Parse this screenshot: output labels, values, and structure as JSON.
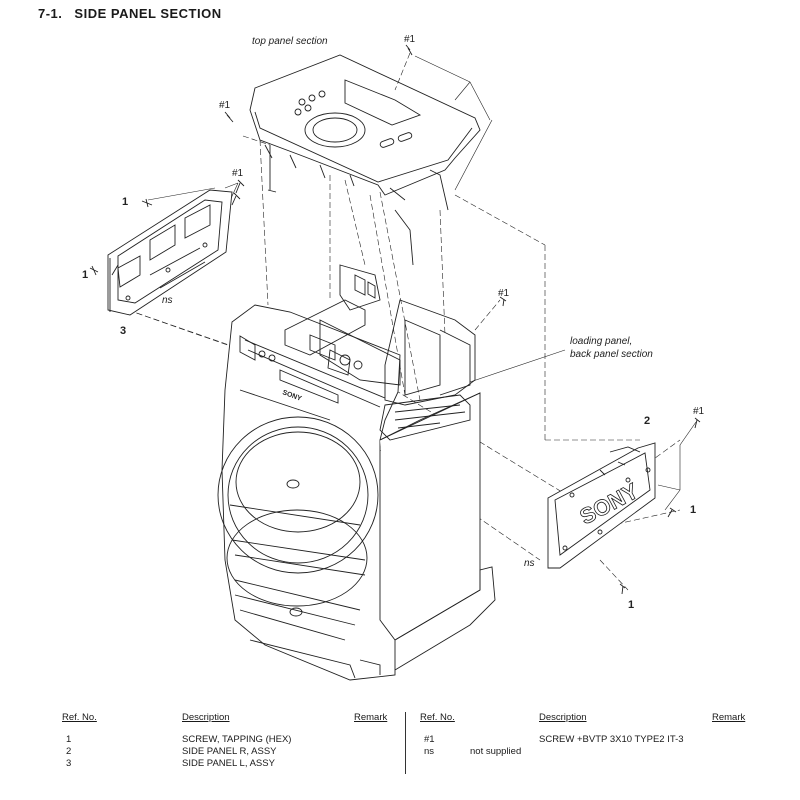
{
  "header": {
    "section_number": "7-1.",
    "section_title": "SIDE PANEL SECTION"
  },
  "diagram": {
    "labels": {
      "top_panel": "top panel section",
      "loading_panel_1": "loading panel,",
      "loading_panel_2": "back panel section",
      "ns": "ns",
      "ref1": "1",
      "ref2": "2",
      "ref3": "3",
      "refh1": "#1",
      "brand": "SONY"
    }
  },
  "parts_list": {
    "headers": {
      "ref": "Ref. No.",
      "desc": "Description",
      "remark": "Remark"
    },
    "left": [
      {
        "ref": "1",
        "desc": "SCREW, TAPPING (HEX)",
        "remark": ""
      },
      {
        "ref": "2",
        "desc": "SIDE PANEL R, ASSY",
        "remark": ""
      },
      {
        "ref": "3",
        "desc": "SIDE PANEL L, ASSY",
        "remark": ""
      }
    ],
    "right": [
      {
        "ref": "#1",
        "desc": "SCREW +BVTP 3X10 TYPE2 IT-3",
        "remark": ""
      },
      {
        "ref": "ns",
        "desc": "not supplied",
        "remark": ""
      }
    ]
  }
}
